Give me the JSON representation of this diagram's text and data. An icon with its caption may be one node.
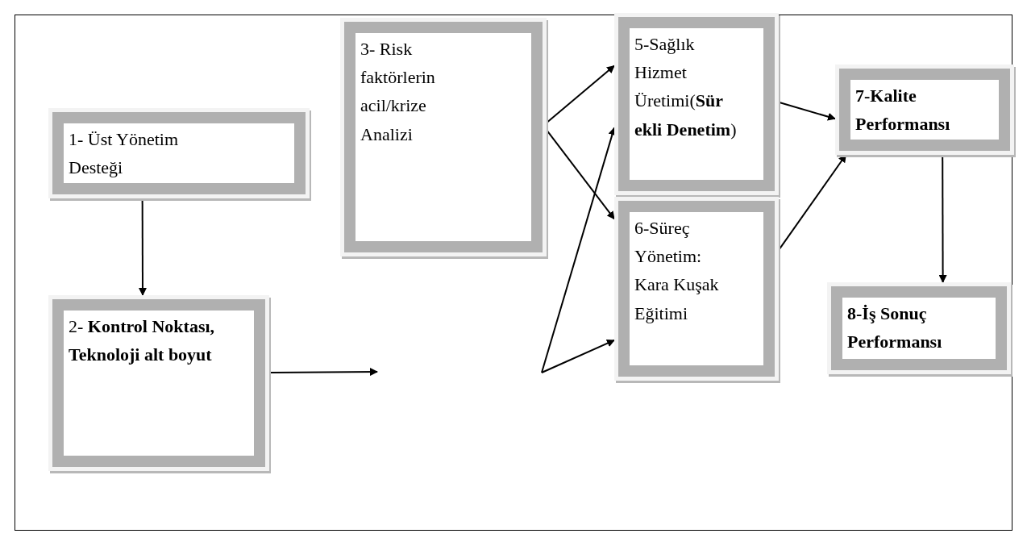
{
  "diagram": {
    "nodes": [
      {
        "text": [
          "1- Üst Yönetim Desteği"
        ]
      },
      {
        "text": [
          "2- **Kontrol Noktası, Teknoloji alt boyut**"
        ]
      },
      {
        "text": [
          "3- Risk faktörlerin acil/krize Analizi"
        ]
      },
      {
        "text": [
          "5-Sağlık Hizmet Üretimi(**Sür ekli Denetim**)"
        ]
      },
      {
        "text": [
          "6-Süreç Yönetim: Kara Kuşak Eğitimi"
        ]
      },
      {
        "text": [
          "7-Kalite Performansı"
        ]
      },
      {
        "text": [
          "8-İş Sonuç Performansı"
        ]
      }
    ],
    "edges": [
      {
        "from": 0,
        "to": 1,
        "arrow": "to"
      },
      {
        "from": 1,
        "to": null,
        "arrow": "to"
      },
      {
        "from": null,
        "to": 3,
        "arrow": "to"
      },
      {
        "from": null,
        "to": 4,
        "arrow": "to"
      },
      {
        "from": 2,
        "to": 3,
        "arrow": "to"
      },
      {
        "from": 2,
        "to": 4,
        "arrow": "to"
      },
      {
        "from": 3,
        "to": 5,
        "arrow": "to"
      },
      {
        "from": 4,
        "to": 5,
        "arrow": "to"
      },
      {
        "from": 5,
        "to": 6,
        "arrow": "to"
      }
    ]
  }
}
